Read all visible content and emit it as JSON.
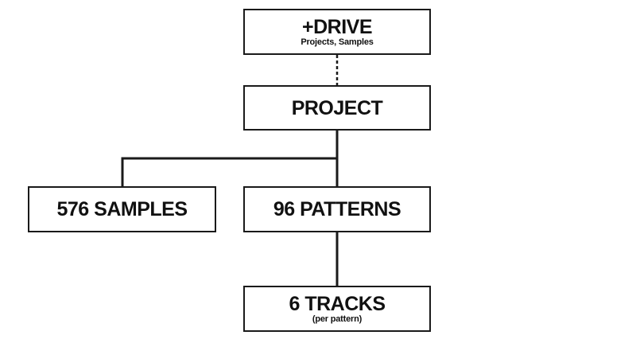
{
  "nodes": {
    "drive": {
      "title": "+DRIVE",
      "subtitle": "Projects, Samples"
    },
    "project": {
      "title": "PROJECT"
    },
    "samples": {
      "title": "576 SAMPLES"
    },
    "patterns": {
      "title": "96 PATTERNS"
    },
    "tracks": {
      "title": "6 TRACKS",
      "subtitle": "(per pattern)"
    }
  },
  "colors": {
    "line": "#1a1a1a",
    "background": "#ffffff"
  }
}
